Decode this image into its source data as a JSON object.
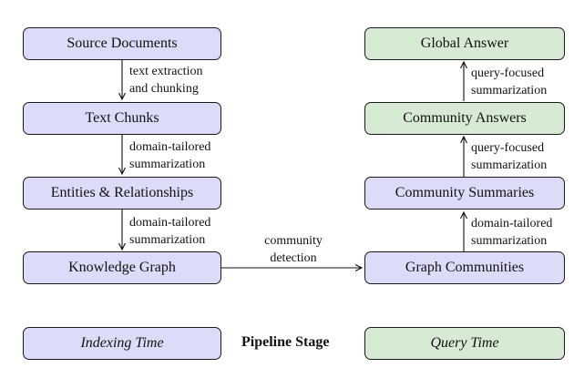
{
  "indexing": {
    "source_documents": "Source Documents",
    "text_chunks": "Text Chunks",
    "entities": "Entities & Relationships",
    "knowledge_graph": "Knowledge Graph"
  },
  "query": {
    "global_answer": "Global Answer",
    "community_answers": "Community Answers",
    "community_summaries": "Community Summaries",
    "graph_communities": "Graph Communities"
  },
  "edges": {
    "extraction_1": "text extraction",
    "extraction_2": "and chunking",
    "domain_1_1": "domain-tailored",
    "domain_1_2": "summarization",
    "domain_2_1": "domain-tailored",
    "domain_2_2": "summarization",
    "community_1": "community",
    "community_2": "detection",
    "domain_3_1": "domain-tailored",
    "domain_3_2": "summarization",
    "query_1_1": "query-focused",
    "query_1_2": "summarization",
    "query_2_1": "query-focused",
    "query_2_2": "summarization"
  },
  "legend": {
    "indexing_time": "Indexing Time",
    "pipeline_stage": "Pipeline Stage",
    "query_time": "Query Time"
  },
  "colors": {
    "indexing_fill": "#dcdcf9",
    "query_fill": "#d6ead4"
  }
}
